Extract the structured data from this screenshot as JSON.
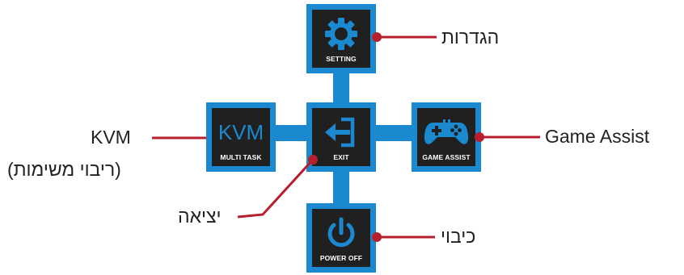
{
  "colors": {
    "accent": "#1b89cf",
    "key_face": "#202020",
    "callout_line": "#b81f2c"
  },
  "keys": {
    "setting": {
      "caption": "SETTING",
      "icon": "gear-icon"
    },
    "multi_task": {
      "caption": "MULTI TASK",
      "icon_text": "KVM"
    },
    "exit": {
      "caption": "EXIT",
      "icon": "exit-icon"
    },
    "game_assist": {
      "caption": "GAME ASSIST",
      "icon": "gamepad-icon"
    },
    "power_off": {
      "caption": "POWER OFF",
      "icon": "power-icon"
    }
  },
  "callouts": {
    "settings": "הגדרות",
    "kvm": "KVM",
    "kvm_sub": "(ריבוי משימות)",
    "game_assist": "Game Assist",
    "exit": "יציאה",
    "power_off": "כיבוי"
  }
}
